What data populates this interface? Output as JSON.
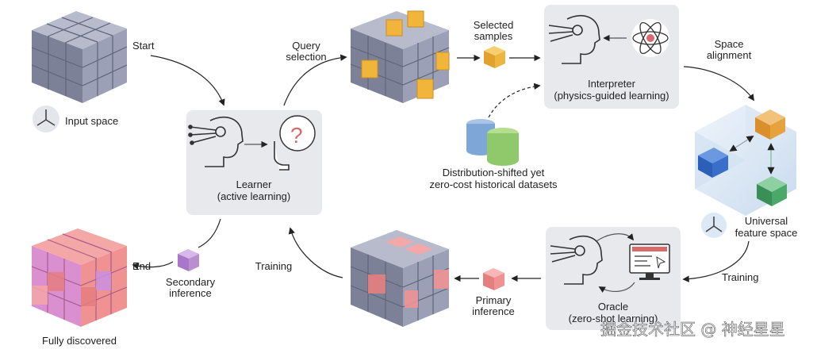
{
  "labels": {
    "start": "Start",
    "input_space": "Input space",
    "query_selection_1": "Query",
    "query_selection_2": "selection",
    "selected_samples_1": "Selected",
    "selected_samples_2": "samples",
    "interpreter_1": "Interpreter",
    "interpreter_2": "(physics-guided learning)",
    "space_alignment_1": "Space",
    "space_alignment_2": "alignment",
    "learner_1": "Learner",
    "learner_2": "(active learning)",
    "datasets_1": "Distribution-shifted yet",
    "datasets_2": "zero-cost historical datasets",
    "universal_1": "Universal",
    "universal_2": "feature space",
    "end": "End",
    "secondary_1": "Secondary",
    "secondary_2": "inference",
    "training_left": "Training",
    "training_right": "Training",
    "primary_1": "Primary",
    "primary_2": "inference",
    "oracle_1": "Oracle",
    "oracle_2": "(zero-shot learning)",
    "fully_discovered": "Fully discovered",
    "watermark": "掘金技术社区 @ 神经星星"
  },
  "colors": {
    "cube_gray": "#8a8fa6",
    "cube_yellow": "#f2b53b",
    "cube_pink": "#f08c8c",
    "cube_purple": "#b98fd0",
    "panel": "#e7e9ec",
    "feature_blue": "#3a6fc9",
    "feature_orange": "#e6a23c",
    "feature_green": "#4aa86a"
  },
  "icons": [
    "axes-icon",
    "brain-network-icon",
    "hand-question-icon",
    "atom-icon",
    "database-icon",
    "monitor-icon",
    "arrow-icon"
  ]
}
